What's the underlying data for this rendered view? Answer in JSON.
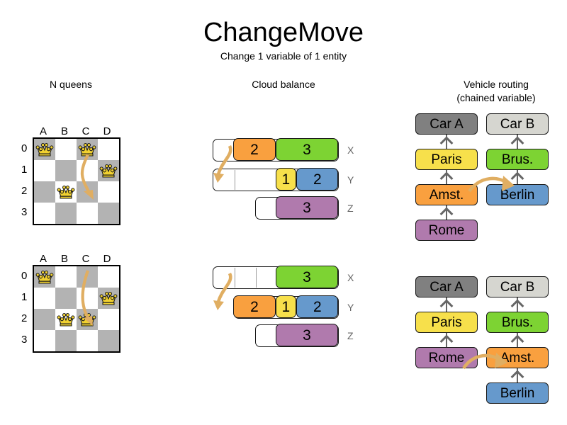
{
  "header": {
    "title": "ChangeMove",
    "subtitle": "Change 1 variable of 1 entity"
  },
  "sections": {
    "nqueens": {
      "title": "N queens"
    },
    "cloud": {
      "title": "Cloud balance"
    },
    "routing": {
      "title_line1": "Vehicle routing",
      "title_line2": "(chained variable)"
    }
  },
  "colors": {
    "orange": "#F9A03F",
    "green": "#7DD333",
    "yellow": "#F7E04B",
    "blue": "#6699CC",
    "purple": "#B07AAD",
    "car_a_gray": "#808080",
    "car_b_gray": "#D6D6D0",
    "dark_cell": "#B3B3B3",
    "light_cell": "#FFFFFF",
    "arrow": "#E0AE62",
    "link_gray": "#666666",
    "label_gray": "#666666"
  },
  "nqueens": {
    "columns": [
      "A",
      "B",
      "C",
      "D"
    ],
    "rows": [
      "0",
      "1",
      "2",
      "3"
    ],
    "before": {
      "queens": [
        {
          "col": 0,
          "row": 0
        },
        {
          "col": 2,
          "row": 0
        },
        {
          "col": 3,
          "row": 1
        },
        {
          "col": 1,
          "row": 2
        }
      ],
      "move": {
        "from_col": 2,
        "from_row": 0,
        "to_col": 2,
        "to_row": 2
      }
    },
    "after": {
      "queens": [
        {
          "col": 0,
          "row": 0
        },
        {
          "col": 3,
          "row": 1
        },
        {
          "col": 1,
          "row": 2
        },
        {
          "col": 2,
          "row": 2
        }
      ],
      "move": {
        "from_col": 2,
        "from_row": 0,
        "to_col": 2,
        "to_row": 2
      }
    }
  },
  "cloud_balance": {
    "labels": [
      "X",
      "Y",
      "Z"
    ],
    "before": {
      "rows": [
        {
          "label": "X",
          "empty_units": 1,
          "segments": [
            {
              "value": "2",
              "units": 2,
              "color": "#F9A03F"
            },
            {
              "value": "3",
              "units": 3,
              "color": "#7DD333"
            }
          ],
          "dividers": 0
        },
        {
          "label": "Y",
          "empty_units": 3,
          "segments": [
            {
              "value": "1",
              "units": 1,
              "color": "#F7E04B"
            },
            {
              "value": "2",
              "units": 2,
              "color": "#6699CC"
            }
          ],
          "dividers": 1
        },
        {
          "label": "Z",
          "empty_units": 1,
          "segments": [
            {
              "value": "3",
              "units": 3,
              "color": "#B07AAD"
            }
          ],
          "dividers": 0
        }
      ]
    },
    "after": {
      "rows": [
        {
          "label": "X",
          "empty_units": 3,
          "segments": [
            {
              "value": "3",
              "units": 3,
              "color": "#7DD333"
            }
          ],
          "dividers": 2
        },
        {
          "label": "Y",
          "empty_units": 0,
          "segments": [
            {
              "value": "2",
              "units": 2,
              "color": "#F9A03F"
            },
            {
              "value": "1",
              "units": 1,
              "color": "#F7E04B"
            },
            {
              "value": "2",
              "units": 2,
              "color": "#6699CC"
            }
          ],
          "dividers": 0
        },
        {
          "label": "Z",
          "empty_units": 1,
          "segments": [
            {
              "value": "3",
              "units": 3,
              "color": "#B07AAD"
            }
          ],
          "dividers": 0
        }
      ]
    }
  },
  "routing": {
    "before": {
      "car_a": {
        "vehicle": "Car A",
        "chain": [
          "Rome",
          "Amst.",
          "Paris"
        ]
      },
      "car_b": {
        "vehicle": "Car B",
        "chain": [
          "Berlin",
          "Brus."
        ]
      }
    },
    "after": {
      "car_a": {
        "vehicle": "Car A",
        "chain": [
          "Rome",
          "Paris"
        ]
      },
      "car_b": {
        "vehicle": "Car B",
        "chain": [
          "Berlin",
          "Amst.",
          "Brus."
        ]
      }
    },
    "node_colors": {
      "Car A": "#808080",
      "Car B": "#D6D6D0",
      "Paris": "#F7E04B",
      "Brus.": "#7DD333",
      "Amst.": "#F9A03F",
      "Rome": "#B07AAD",
      "Berlin": "#6699CC"
    }
  }
}
